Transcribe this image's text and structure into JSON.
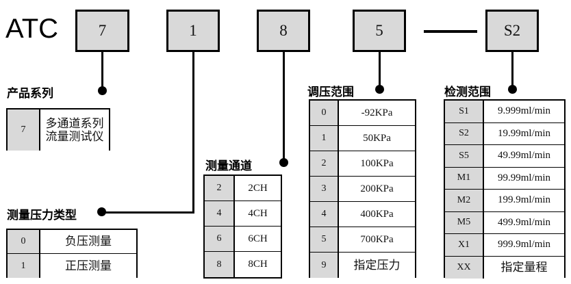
{
  "diagram": {
    "title_prefix": "ATC",
    "code_boxes": [
      {
        "name": "series",
        "value": "7"
      },
      {
        "name": "pressure-type",
        "value": "1"
      },
      {
        "name": "channels",
        "value": "8"
      },
      {
        "name": "pressure-range",
        "value": "5"
      },
      {
        "name": "detection-range",
        "value": "S2"
      }
    ],
    "separator": "—"
  },
  "sections": {
    "product_series": {
      "caption": "产品系列",
      "rows": [
        {
          "code": "7",
          "desc": "多通道系列\n流量测试仪"
        }
      ]
    },
    "pressure_type": {
      "caption": "测量压力类型",
      "rows": [
        {
          "code": "0",
          "desc": "负压测量"
        },
        {
          "code": "1",
          "desc": "正压测量"
        }
      ]
    },
    "channels": {
      "caption": "测量通道",
      "rows": [
        {
          "code": "2",
          "desc": "2CH"
        },
        {
          "code": "4",
          "desc": "4CH"
        },
        {
          "code": "6",
          "desc": "6CH"
        },
        {
          "code": "8",
          "desc": "8CH"
        }
      ]
    },
    "pressure_range": {
      "caption": "调压范围",
      "rows": [
        {
          "code": "0",
          "desc": "-92KPa"
        },
        {
          "code": "1",
          "desc": "50KPa"
        },
        {
          "code": "2",
          "desc": "100KPa"
        },
        {
          "code": "3",
          "desc": "200KPa"
        },
        {
          "code": "4",
          "desc": "400KPa"
        },
        {
          "code": "5",
          "desc": "700KPa"
        },
        {
          "code": "9",
          "desc": "指定压力"
        }
      ]
    },
    "detection_range": {
      "caption": "检测范围",
      "rows": [
        {
          "code": "S1",
          "desc": "9.999ml/min"
        },
        {
          "code": "S2",
          "desc": "19.99ml/min"
        },
        {
          "code": "S5",
          "desc": "49.99ml/min"
        },
        {
          "code": "M1",
          "desc": "99.99ml/min"
        },
        {
          "code": "M2",
          "desc": "199.9ml/min"
        },
        {
          "code": "M5",
          "desc": "499.9ml/min"
        },
        {
          "code": "X1",
          "desc": "999.9ml/min"
        },
        {
          "code": "XX",
          "desc": "指定量程"
        }
      ]
    }
  },
  "colors": {
    "box_fill": "#d9d9d9",
    "line": "#000000",
    "background": "#ffffff"
  }
}
